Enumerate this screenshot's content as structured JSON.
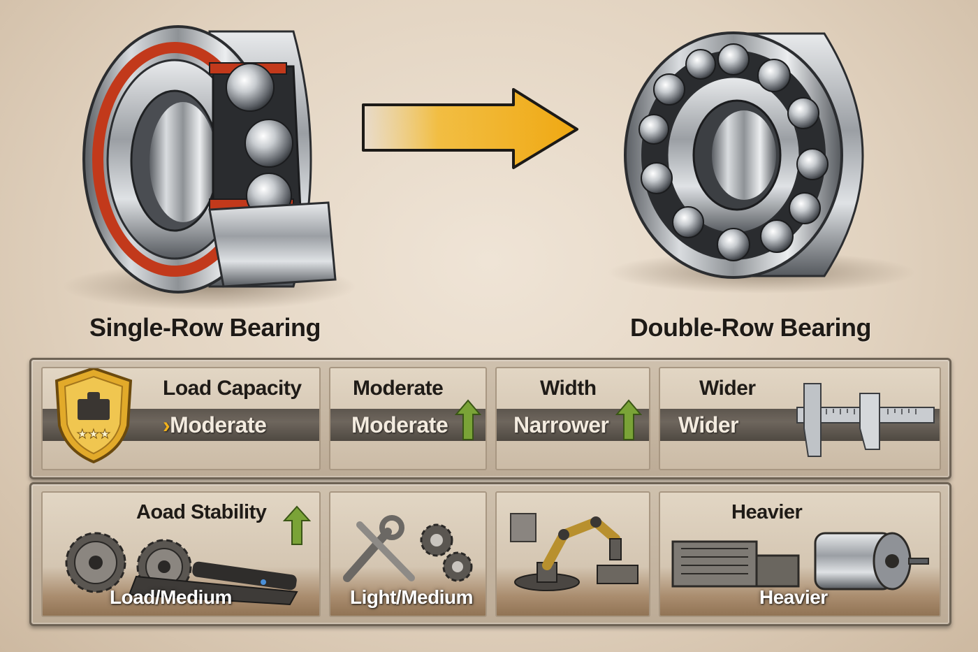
{
  "headings": {
    "left": "Single-Row Bearing",
    "right": "Double-Row Bearing"
  },
  "row1": {
    "load_capacity_label": "Load Capacity",
    "load_capacity_value": "Moderate",
    "single_header": "Moderate",
    "single_value": "Moderate",
    "width_label": "Width",
    "width_value": "Narrower",
    "double_header": "Wider",
    "double_value": "Wider"
  },
  "row2": {
    "stability_label": "Aoad Stability",
    "stability_value": "Load/Medium",
    "tools_value": "Light/Medium",
    "heavier_label": "Heavier",
    "heavier_value": "Heavier"
  },
  "icons": {
    "arrow": "right-arrow-icon",
    "shield": "shield-weight-icon",
    "up": "up-arrow-icon",
    "caliper": "caliper-icon",
    "conveyor": "gears-conveyor-icon",
    "tools": "wrench-gears-icon",
    "robot": "robot-arm-icon",
    "machinery": "heavy-machinery-icon"
  },
  "colors": {
    "accent_arrow": "#f2b21c",
    "seal_red": "#c2391b",
    "up_arrow_green": "#7aa337",
    "steel": "#9a9ea3"
  }
}
